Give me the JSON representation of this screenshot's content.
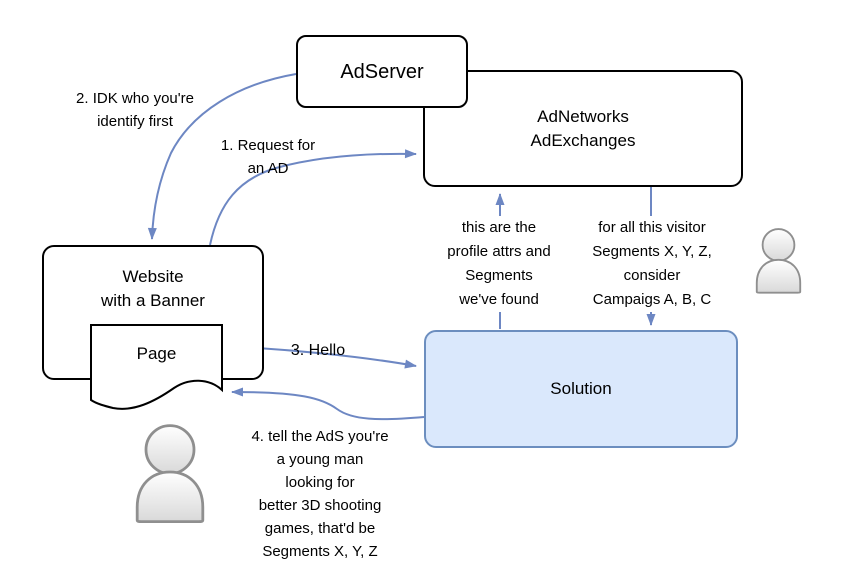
{
  "title": "Ad serving flow diagram",
  "nodes": {
    "adserver": {
      "label": "AdServer"
    },
    "adnetworks": {
      "lines": [
        "AdNetworks",
        "AdExchanges"
      ]
    },
    "website": {
      "lines": [
        "Website",
        "with a Banner"
      ]
    },
    "page": {
      "label": "Page"
    },
    "solution": {
      "label": "Solution"
    }
  },
  "annotations": {
    "step2_idk": {
      "lines": [
        "2. IDK who you're",
        "identify first"
      ]
    },
    "step1_request": {
      "lines": [
        "1. Request for",
        "an AD"
      ]
    },
    "profile_found": {
      "lines": [
        "this are the",
        "profile attrs and",
        "Segments",
        "we've found"
      ]
    },
    "visitor_segments": {
      "lines": [
        "for all this visitor",
        "Segments X, Y, Z,",
        "consider",
        "Campaigs A, B, C"
      ]
    },
    "step3_hello": {
      "text": "3. Hello"
    },
    "step4_tell": {
      "lines": [
        "4. tell the AdS you're",
        "a young man",
        "looking for",
        "better 3D shooting",
        "games, that'd be",
        "Segments X, Y, Z"
      ]
    }
  },
  "colors": {
    "arrow_blue": "#6d87c3",
    "solution_fill": "#dae8fc",
    "solution_stroke": "#6c8ebf",
    "node_border": "#000000",
    "person_stroke": "#8f8f8f"
  }
}
